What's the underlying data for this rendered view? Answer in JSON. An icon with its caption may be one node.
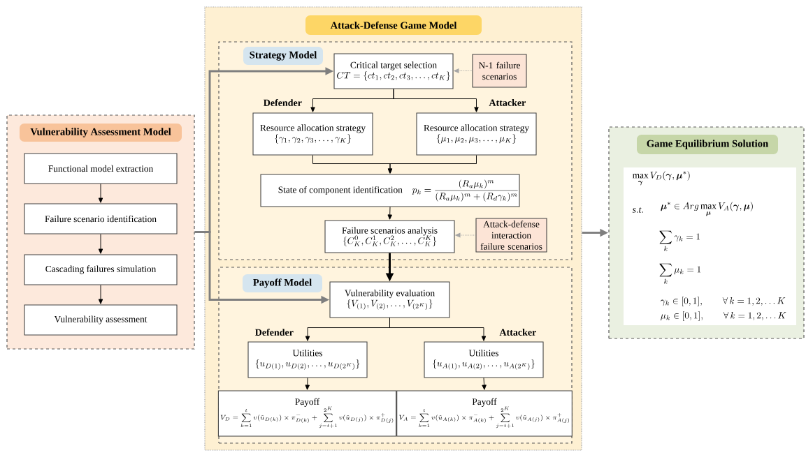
{
  "diagram": {
    "nodes": [
      {
        "text": [
          "Vulnerability Assessment Model"
        ]
      },
      {
        "text": [
          "Functional model extraction"
        ],
        "in": 0
      },
      {
        "text": [
          "Failure scenario identification"
        ],
        "in": 0
      },
      {
        "text": [
          "Cascading failures simulation"
        ],
        "in": 0
      },
      {
        "text": [
          "Vulnerability assessment"
        ],
        "in": 0
      },
      {
        "text": [
          "Attack-Defense Game Model"
        ]
      },
      {
        "text": [
          "Strategy Model"
        ],
        "in": 5
      },
      {
        "text": [
          "Critical target selection",
          "CT = \\{ct_1, ct_2, ct_3, \\ldots, ct_K\\}"
        ],
        "in": 6
      },
      {
        "text": [
          "N-1 failure scenarios"
        ],
        "in": 6
      },
      {
        "text": [
          "Resource allocation strategy",
          "\\{\\gamma_1, \\gamma_2, \\gamma_3, \\ldots, \\gamma_K\\}"
        ],
        "beside": [
          "Defender"
        ],
        "in": 6
      },
      {
        "text": [
          "Resource allocation strategy",
          "\\{\\mu_1, \\mu_2, \\mu_3, \\ldots, \\mu_K\\}"
        ],
        "beside": [
          "Attacker"
        ],
        "in": 6
      },
      {
        "text": [
          "State of component identification",
          "p_k = \\frac{(R_a \\mu_k)^m}{(R_a \\mu_k)^m + (R_d \\gamma_k)^m}"
        ],
        "in": 6
      },
      {
        "text": [
          "Failure scenarios analysis",
          "\\{C_K^0, C_K^1, C_K^2, \\ldots, C_K^K\\}"
        ],
        "in": 6
      },
      {
        "text": [
          "Attack-defense interaction failure scenarios"
        ],
        "in": 6
      },
      {
        "text": [
          "Payoff Model"
        ],
        "in": 5
      },
      {
        "text": [
          "Vulnerability evaluation",
          "\\{V_{(1)}, V_{(2)}, \\ldots, V_{(2^K)}\\}"
        ],
        "in": 14
      },
      {
        "text": [
          "Utilities",
          "\\{u_{D(1)}, u_{D(2)}, \\ldots, u_{D(2^K)}\\}"
        ],
        "beside": [
          "Defender"
        ],
        "in": 14
      },
      {
        "text": [
          "Utilities",
          "\\{u_{A(1)}, u_{A(2)}, \\ldots, u_{A(2^K)}\\}"
        ],
        "beside": [
          "Attacker"
        ],
        "in": 14
      },
      {
        "text": [
          "Payoff",
          "V_D = \\sum_{k=1}^{t} v(\\tilde{u}_{D(k)}) \\times \\pi^-_{D(k)} + \\sum_{j=t+1}^{2^K} v(\\tilde{u}_{D(j)}) \\times \\pi^+_{D(j)}"
        ],
        "in": 14
      },
      {
        "text": [
          "Payoff",
          "V_A = \\sum_{k=1}^{t} v(\\tilde{u}_{A(k)}) \\times \\pi^-_{A(k)} + \\sum_{j=t+1}^{2^K} v(\\tilde{u}_{A(j)}) \\times \\pi^+_{A(j)}"
        ],
        "in": 14
      },
      {
        "text": [
          "Game Equilibrium Solution"
        ]
      },
      {
        "text": [
          "\\max_{\\boldsymbol{\\gamma}} V_D(\\boldsymbol{\\gamma}, \\boldsymbol{\\mu}^*)",
          "\\mathit{s.t.}",
          "\\boldsymbol{\\mu}^* \\in Arg \\max_{\\boldsymbol{\\mu}} V_A(\\boldsymbol{\\gamma}, \\boldsymbol{\\mu})",
          "\\sum_k \\gamma_k = 1",
          "\\sum_k \\mu_k = 1",
          "\\gamma_k \\in [0,1], \\qquad \\forall\\, k = 1,2,\\ldots K",
          "\\mu_k \\in [0,1], \\qquad \\forall\\, k = 1,2,\\ldots K"
        ],
        "in": 20
      }
    ],
    "edges": [
      {
        "from": 1,
        "to": 2,
        "arrow": "to"
      },
      {
        "from": 2,
        "to": 3,
        "arrow": "to"
      },
      {
        "from": 3,
        "to": 4,
        "arrow": "to"
      },
      {
        "from": 0,
        "to": 7,
        "arrow": "to",
        "style": "thick",
        "color": "#7f7f7f"
      },
      {
        "from": 0,
        "to": 15,
        "arrow": "to",
        "style": "thick",
        "color": "#7f7f7f"
      },
      {
        "from": 5,
        "to": 20,
        "arrow": "to",
        "style": "thick",
        "color": "#7f7f7f"
      },
      {
        "from": 8,
        "to": 7,
        "arrow": "to",
        "style": "dashed",
        "color": "#a6a6a6"
      },
      {
        "from": 13,
        "to": 12,
        "arrow": "to",
        "style": "dashed",
        "color": "#a6a6a6"
      },
      {
        "from": 7,
        "to": 9,
        "arrow": "to"
      },
      {
        "from": 7,
        "to": 10,
        "arrow": "to"
      },
      {
        "from": 9,
        "to": 11,
        "arrow": "to"
      },
      {
        "from": 10,
        "to": 11,
        "arrow": "to"
      },
      {
        "from": 11,
        "to": 12,
        "arrow": "to"
      },
      {
        "from": 12,
        "to": 15,
        "arrow": "to",
        "style": "thick"
      },
      {
        "from": 15,
        "to": 16,
        "arrow": "to"
      },
      {
        "from": 15,
        "to": 17,
        "arrow": "to"
      },
      {
        "from": 16,
        "to": 18,
        "arrow": "to"
      },
      {
        "from": 17,
        "to": 19,
        "arrow": "to"
      }
    ]
  }
}
